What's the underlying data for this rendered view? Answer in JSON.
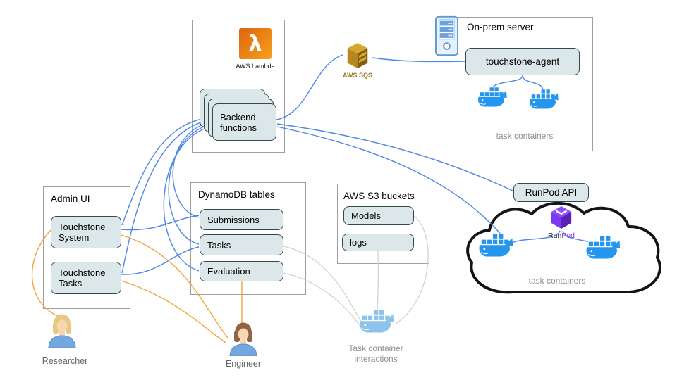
{
  "colors": {
    "edge_blue": "#4e86e8",
    "edge_orange": "#f2a33c",
    "edge_gray": "#d2d2d2",
    "node_fill": "#dbe7e8",
    "node_border": "#37474f",
    "docker_blue": "#2496ed",
    "docker_light": "#8cc3ec",
    "runpod_purple": "#7c3aed",
    "sqs_gold": "#9a7a1c"
  },
  "lambda": {
    "label": "AWS Lambda",
    "node": "Backend functions"
  },
  "sqs": {
    "label": "AWS SQS"
  },
  "onprem": {
    "title": "On-prem server",
    "agent": "touchstone-agent",
    "caption": "task containers"
  },
  "admin": {
    "title": "Admin UI",
    "system": "Touchstone System",
    "tasks": "Touchstone Tasks"
  },
  "dynamo": {
    "title": "DynamoDB tables",
    "submissions": "Submissions",
    "tasks": "Tasks",
    "evaluation": "Evaluation"
  },
  "s3": {
    "title": "AWS S3 buckets",
    "models": "Models",
    "logs": "logs"
  },
  "runpod": {
    "api": "RunPod API",
    "brand_run": "Run",
    "brand_pod": "Pod",
    "caption": "task containers"
  },
  "actors": {
    "researcher": "Researcher",
    "engineer": "Engineer"
  },
  "interactions": {
    "caption": "Task container interactions"
  }
}
